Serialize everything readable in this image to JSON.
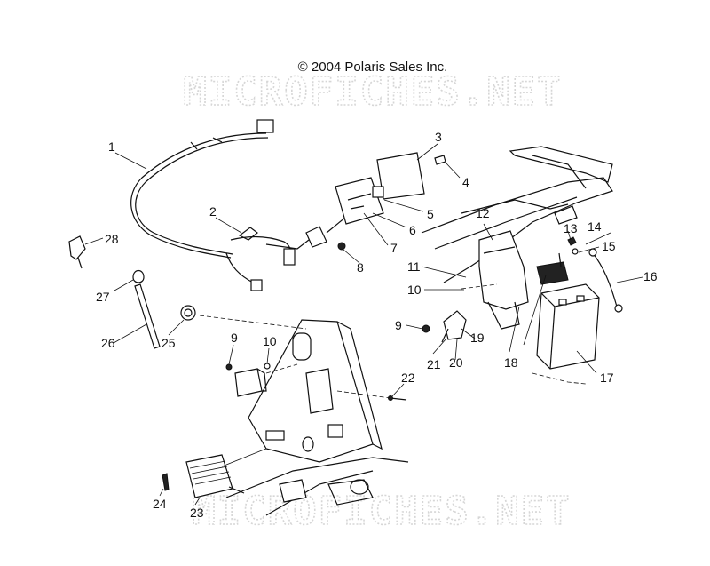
{
  "copyright": "© 2004 Polaris Sales Inc.",
  "watermark": "MICROFICHES.NET",
  "callouts": [
    {
      "id": "1",
      "label": "1"
    },
    {
      "id": "2",
      "label": "2"
    },
    {
      "id": "3",
      "label": "3"
    },
    {
      "id": "4",
      "label": "4"
    },
    {
      "id": "5",
      "label": "5"
    },
    {
      "id": "6",
      "label": "6"
    },
    {
      "id": "7",
      "label": "7"
    },
    {
      "id": "8",
      "label": "8"
    },
    {
      "id": "9a",
      "label": "9"
    },
    {
      "id": "9b",
      "label": "9"
    },
    {
      "id": "10a",
      "label": "10"
    },
    {
      "id": "10b",
      "label": "10"
    },
    {
      "id": "11",
      "label": "11"
    },
    {
      "id": "12",
      "label": "12"
    },
    {
      "id": "13",
      "label": "13"
    },
    {
      "id": "14",
      "label": "14"
    },
    {
      "id": "15",
      "label": "15"
    },
    {
      "id": "16",
      "label": "16"
    },
    {
      "id": "17",
      "label": "17"
    },
    {
      "id": "18",
      "label": "18"
    },
    {
      "id": "19",
      "label": "19"
    },
    {
      "id": "20",
      "label": "20"
    },
    {
      "id": "21",
      "label": "21"
    },
    {
      "id": "22",
      "label": "22"
    },
    {
      "id": "23",
      "label": "23"
    },
    {
      "id": "24",
      "label": "24"
    },
    {
      "id": "25",
      "label": "25"
    },
    {
      "id": "26",
      "label": "26"
    },
    {
      "id": "27",
      "label": "27"
    },
    {
      "id": "28",
      "label": "28"
    }
  ]
}
